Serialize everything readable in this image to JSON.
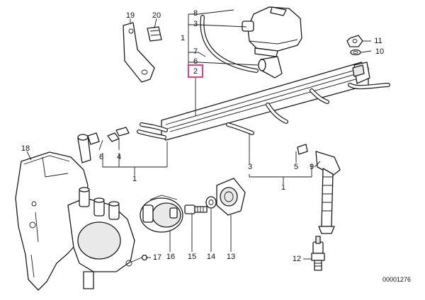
{
  "highlight_color": "#e0287a",
  "callouts": {
    "c1_top": "1",
    "c2_hl": "2",
    "c3_top": "3",
    "c6_top": "6",
    "c7_top": "7",
    "c8_top": "8",
    "c10": "10",
    "c11": "11",
    "c12": "12",
    "c13": "13",
    "c14": "14",
    "c15": "15",
    "c16": "16",
    "c17": "17",
    "c18": "18",
    "c19": "19",
    "c20": "20",
    "c1_left": "1",
    "c4_left": "4",
    "c6_left": "6",
    "c1_right": "1",
    "c3_right": "3",
    "c5_right": "5",
    "c9_right": "9"
  },
  "reference_number": "00001276"
}
